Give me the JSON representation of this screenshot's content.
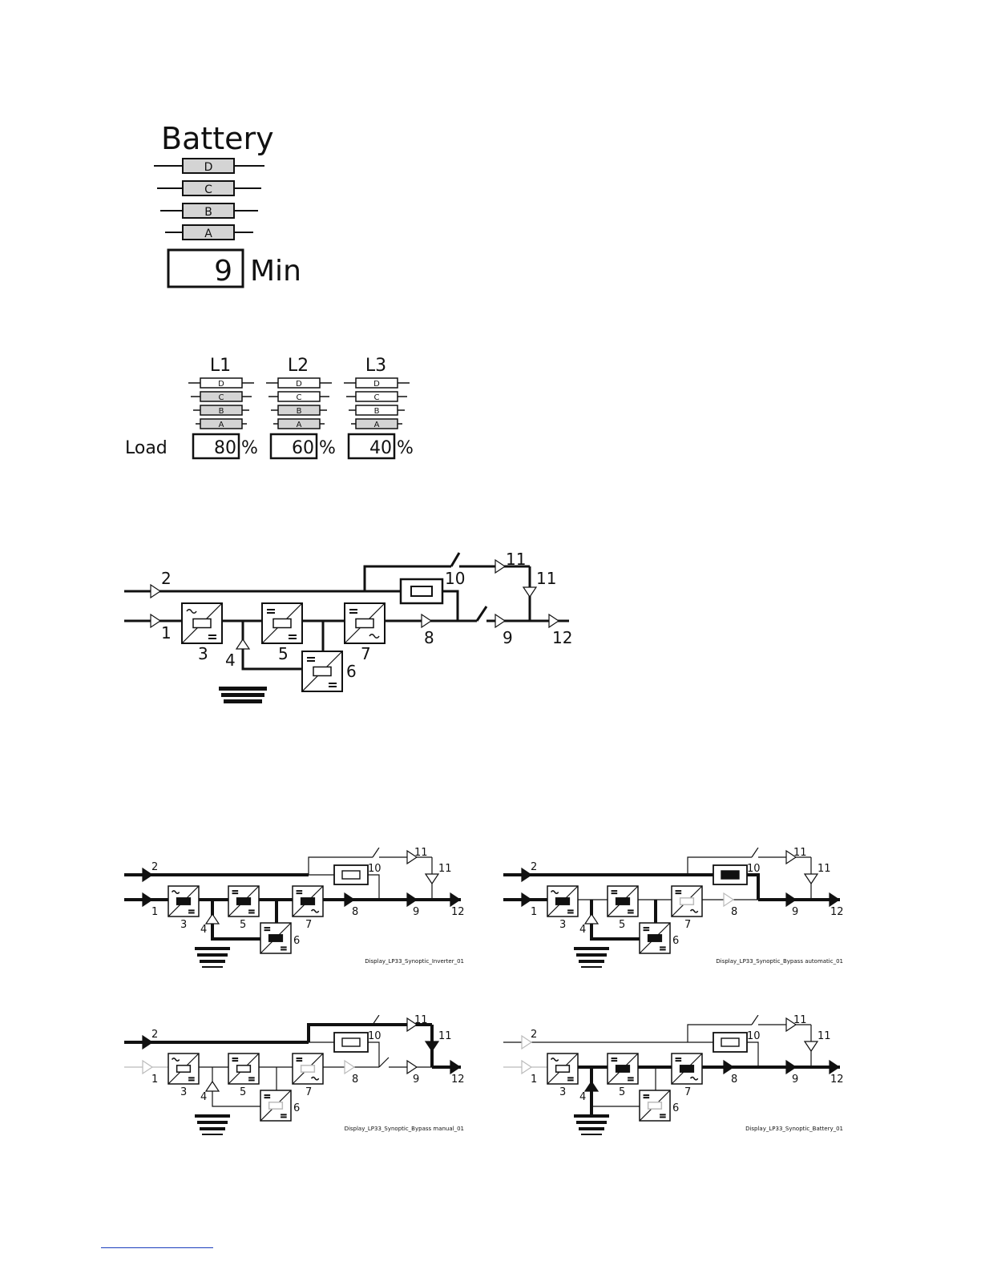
{
  "battery": {
    "title": "Battery",
    "bars": [
      "D",
      "C",
      "B",
      "A"
    ],
    "runtime_value": "9",
    "runtime_unit": "Min"
  },
  "load": {
    "label": "Load",
    "unit": "%",
    "phases": [
      {
        "name": "L1",
        "value": "80",
        "bars": [
          "D",
          "C",
          "B",
          "A"
        ],
        "filled": 3
      },
      {
        "name": "L2",
        "value": "60",
        "bars": [
          "D",
          "C",
          "B",
          "A"
        ],
        "filled": 2
      },
      {
        "name": "L3",
        "value": "40",
        "bars": [
          "D",
          "C",
          "B",
          "A"
        ],
        "filled": 1
      }
    ]
  },
  "synoptic": {
    "numbers": [
      "1",
      "2",
      "3",
      "4",
      "5",
      "6",
      "7",
      "8",
      "9",
      "10",
      "11",
      "12"
    ]
  },
  "states": [
    {
      "caption": "Display_LP33_Synoptic_Inverter_01"
    },
    {
      "caption": "Display_LP33_Synoptic_Bypass automatic_01"
    },
    {
      "caption": "Display_LP33_Synoptic_Bypass manual_01"
    },
    {
      "caption": "Display_LP33_Synoptic_Battery_01"
    }
  ],
  "colors": {
    "ink": "#111111",
    "bar_fill": "#d4d4d4",
    "faint": "#bbbbbb"
  }
}
